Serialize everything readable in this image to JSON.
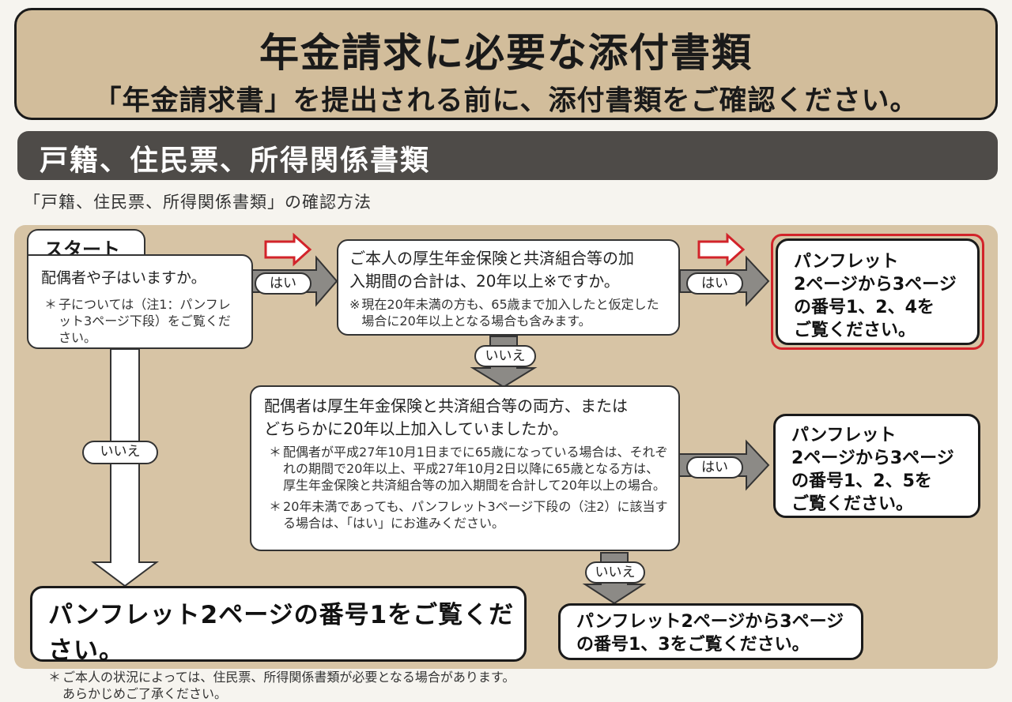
{
  "header": {
    "title": "年金請求に必要な添付書類",
    "subtitle": "「年金請求書」を提出される前に、添付書類をご確認ください。"
  },
  "section": {
    "title": "戸籍、住民票、所得関係書類",
    "caption": "「戸籍、住民票、所得関係書類」の確認方法"
  },
  "flow": {
    "start": {
      "label": "スタート",
      "question": "配偶者や子はいますか。",
      "note_mark": "＊",
      "note": "子については（注1：パンフレット3ページ下段）をご覧ください。"
    },
    "q2": {
      "question_line1": "ご本人の厚生年金保険と共済組合等の加",
      "question_line2": "入期間の合計は、20年以上※ですか。",
      "note_mark": "※",
      "note": "現在20年未満の方も、65歳まで加入したと仮定した場合に20年以上となる場合も含みます。"
    },
    "q3": {
      "question_line1": "配偶者は厚生年金保険と共済組合等の両方、または",
      "question_line2": "どちらかに20年以上加入していましたか。",
      "note1_mark": "＊",
      "note1": "配偶者が平成27年10月1日までに65歳になっている場合は、それぞれの期間で20年以上、平成27年10月2日以降に65歳となる方は、厚生年金保険と共済組合等の加入期間を合計して20年以上の場合。",
      "note2_mark": "＊",
      "note2": "20年未満であっても、パンフレット3ページ下段の（注2）に該当する場合は、「はい」にお進みください。"
    },
    "result_a": {
      "line1": "パンフレット",
      "line2": "2ページから3ページ",
      "line3": "の番号1、2、4を",
      "line4": "ご覧ください。"
    },
    "result_b": {
      "line1": "パンフレット",
      "line2": "2ページから3ページ",
      "line3": "の番号1、2、5を",
      "line4": "ご覧ください。"
    },
    "result_c": {
      "line1": "パンフレット2ページから3ページ",
      "line2": "の番号1、3をご覧ください。"
    },
    "result_d": {
      "title": "パンフレット2ページの番号1をご覧ください。",
      "note_mark": "＊",
      "note": "ご本人の状況によっては、住民票、所得関係書類が必要となる場合があります。あらかじめご了承ください。"
    },
    "labels": {
      "yes1": "はい",
      "yes2": "はい",
      "yes3": "はい",
      "no1": "いいえ",
      "no2": "いいえ",
      "no3": "いいえ"
    }
  },
  "colors": {
    "header_bg": "#d2bd9b",
    "section_bg": "#4e4b48",
    "panel_bg": "#d7c4a5",
    "highlight_border": "#d2232a",
    "arrow_fill": "#8c8a86"
  }
}
